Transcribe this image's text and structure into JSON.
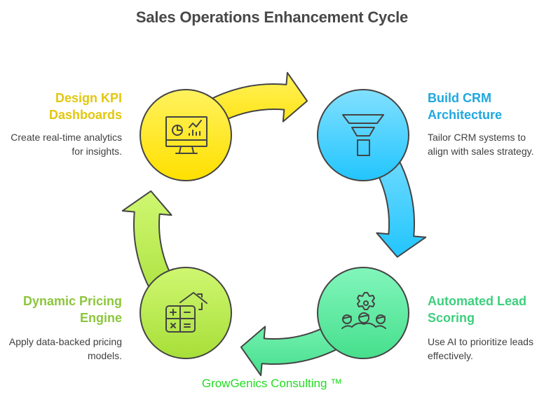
{
  "title": "Sales Operations Enhancement Cycle",
  "footer": "GrowGenics Consulting ™",
  "steps": [
    {
      "id": "design-kpi-dashboards",
      "title_line1": "Design KPI",
      "title_line2": "Dashboards",
      "desc_line1": "Create real-time analytics",
      "desc_line2": "for insights.",
      "icon": "monitor-analytics-icon",
      "color": "#e2c70f",
      "fill_top": "#fff05a",
      "fill_bottom": "#ffe100"
    },
    {
      "id": "build-crm-architecture",
      "title_line1": "Build CRM",
      "title_line2": "Architecture",
      "desc_line1": "Tailor CRM systems to",
      "desc_line2": "align with sales strategy.",
      "icon": "funnel-icon",
      "color": "#1fa8e0",
      "fill_top": "#7edfff",
      "fill_bottom": "#22c6fd"
    },
    {
      "id": "automated-lead-scoring",
      "title_line1": "Automated Lead",
      "title_line2": "Scoring",
      "desc_line1": "Use AI to prioritize leads",
      "desc_line2": "effectively.",
      "icon": "ai-team-scoring-icon",
      "color": "#3ecf7e",
      "fill_top": "#7ef5b8",
      "fill_bottom": "#48e08f"
    },
    {
      "id": "dynamic-pricing-engine",
      "title_line1": "Dynamic Pricing",
      "title_line2": "Engine",
      "desc_line1": "Apply data-backed pricing",
      "desc_line2": "models.",
      "icon": "pricing-calculator-icon",
      "color": "#8cc63c",
      "fill_top": "#ccf56c",
      "fill_bottom": "#a9e03a"
    }
  ],
  "flow": [
    "design-kpi-dashboards",
    "build-crm-architecture",
    "automated-lead-scoring",
    "dynamic-pricing-engine",
    "design-kpi-dashboards"
  ]
}
